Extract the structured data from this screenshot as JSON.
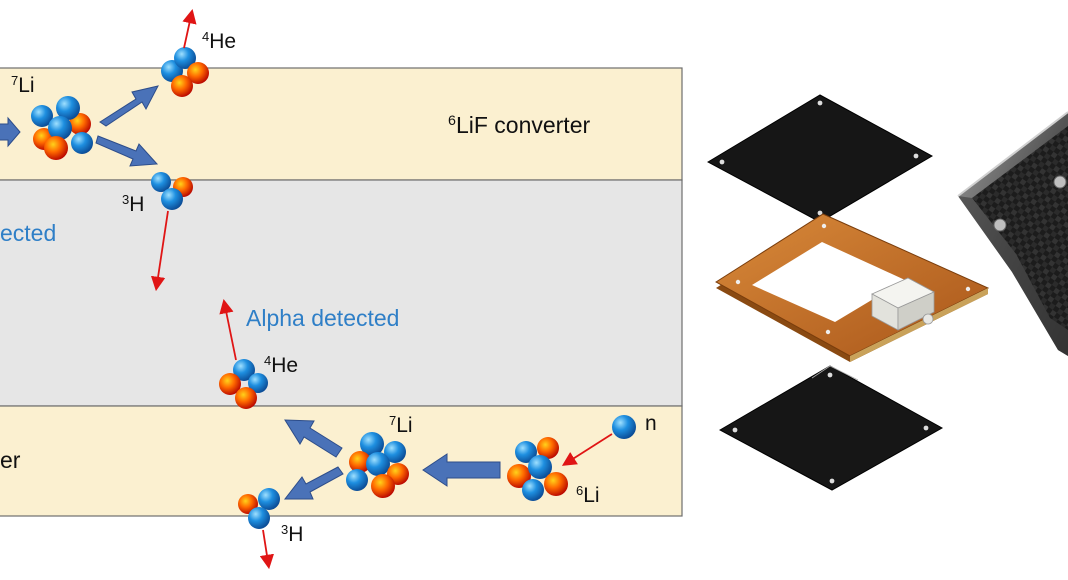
{
  "colors": {
    "converter_layer": "#fbf0d0",
    "detector_layer": "#e6e6e6",
    "layer_border": "#6d6d6d",
    "arrow_fill": "#4a72b8",
    "track": "#e01515",
    "neutron_ball": "#1e8fe0",
    "proton_ball": "#e8520c",
    "detected_text": "#2f7fc7",
    "pcb_orange": "#c66a20",
    "plate_black": "#161616"
  },
  "layers": {
    "top_converter": {
      "label_sup": "6",
      "label": "LiF converter"
    },
    "middle_detector": {
      "label": "ected"
    },
    "bottom_converter": {
      "label": "er"
    }
  },
  "top_reaction": {
    "li7": {
      "sup": "7",
      "sym": "Li"
    },
    "he4": {
      "sup": "4",
      "sym": "He"
    },
    "h3": {
      "sup": "3",
      "sym": "H"
    }
  },
  "bottom_reaction": {
    "neutron": {
      "sym": "n"
    },
    "li6": {
      "sup": "6",
      "sym": "Li"
    },
    "li7": {
      "sup": "7",
      "sym": "Li"
    },
    "h3": {
      "sup": "3",
      "sym": "H"
    },
    "he4": {
      "sup": "4",
      "sym": "He"
    },
    "alpha_detected": "Alpha detected"
  },
  "icons": {
    "exploded_view": "detector-exploded-assembly-icon",
    "housing_photo": "detector-housing-photo-icon"
  }
}
